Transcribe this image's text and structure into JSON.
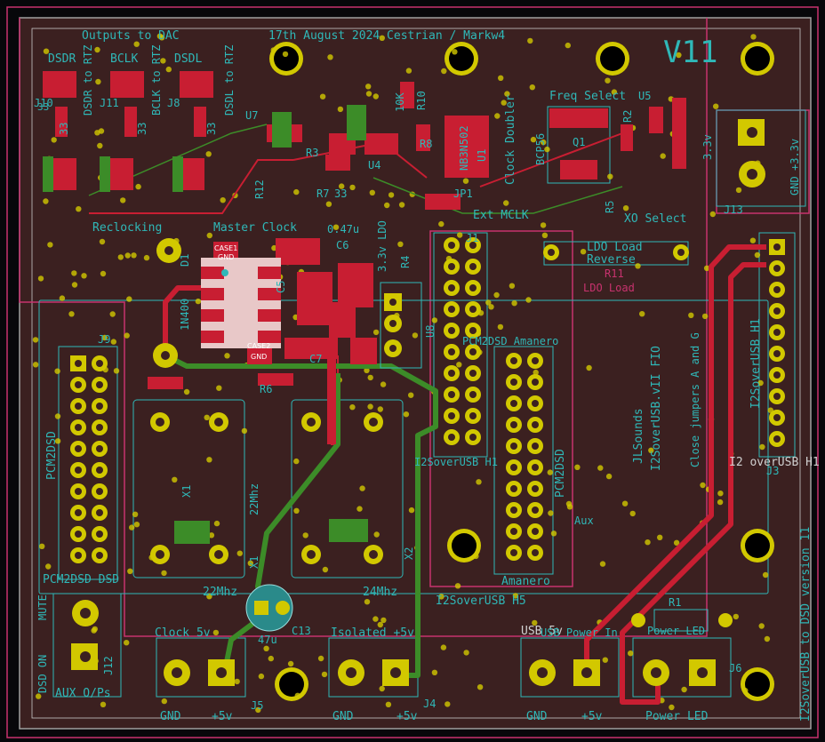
{
  "board": {
    "title": "17th August 2024 Cestrian / Markw4",
    "version": "V11",
    "version_side": "I2SoverUSB to DSD version 11"
  },
  "colors": {
    "board_fill": "#3b2020",
    "copper_red": "#c81e32",
    "copper_green": "#3c8c28",
    "pad_gold": "#d2c800",
    "silk_cyan": "#2fb8b8",
    "outline_magenta": "#c8326e"
  },
  "labels": {
    "outputs": "Outputs to DAC",
    "dsdr": "DSDR",
    "bclk": "BCLK",
    "dsdl": "DSDL",
    "j10": "J10",
    "j11": "J11",
    "j8": "J8",
    "dsdr_rtz": "DSDR to RTZ",
    "bclk_rtz": "BCLK to RTZ",
    "dsdl_rtz": "DSDL to RTZ",
    "reclocking": "Reclocking",
    "master_clock": "Master Clock",
    "freq_select": "Freq Select",
    "clock_doubler": "Clock Doubler",
    "ext_mclk": "Ext MCLK",
    "jp1": "JP1",
    "xo_select": "XO Select",
    "ldo_load": "LDO Load",
    "reverse": "Reverse",
    "r11": "R11",
    "ldo_load2": "LDO Load",
    "j1": "J1",
    "j9": "J9",
    "pcm2dsd": "PCM2DSD",
    "pcm2dsd_dsd": "PCM2DSD DSD",
    "amanero": "PCM2DSD Amanero",
    "amanero2": "Amanero",
    "i2s_h5": "I2SoverUSB H5",
    "i2s_h1": "I2SoverUSB H1",
    "i2s_h1b": "I2 overUSB H1",
    "j3": "J3",
    "jlsounds": "JLSounds",
    "i2s_ver": "I2SoverUSB.vII FIO",
    "close_jumpers": "Close jumpers A and G",
    "aux": "Aux",
    "x1": "X1",
    "x2": "X2",
    "mhz22": "22Mhz",
    "mhz24": "24Mhz",
    "mhz22v": "22Mhz",
    "clock5v": "Clock 5v",
    "isolated5v": "Isolated +5v",
    "usb5v": "USB 5v",
    "usb_power_in": "USB Power In",
    "power_led": "Power LED",
    "power_led2": "Power LED",
    "gnd": "GND",
    "p5v": "+5v",
    "j5": "J5",
    "j4": "J4",
    "j6": "J6",
    "j12": "J12",
    "j13": "J13",
    "v33": "+3.3v",
    "gnd2": "GND",
    "aux_ops": "AUX O/Ps",
    "mute": "MUTE",
    "dsd_on": "DSD ON",
    "c13": "C13",
    "cap47u": "47u",
    "q1": "Q1",
    "bcp56": "BCP56",
    "u5": "U5",
    "u8": "U8",
    "u1": "U1",
    "u7": "U7",
    "u4": "U4",
    "d1": "D1",
    "c5": "C5",
    "c6": "C6",
    "c7": "C7",
    "r6": "R6",
    "r7": "R7",
    "r8": "R8",
    "r4": "R4",
    "r2": "R2",
    "r1": "R1",
    "r10": "R10",
    "r12": "R12",
    "r3": "R3",
    "r5": "R5",
    "ohm33": "33",
    "k10": "10K",
    "u047": "0.47u",
    "ldo33": "3.3v LDO",
    "case1": "CASE1",
    "case2": "CASE2",
    "gnd_small": "GND",
    "in4001": "1N400",
    "h3v": "3.3v",
    "nb3n": "NB3N502"
  }
}
